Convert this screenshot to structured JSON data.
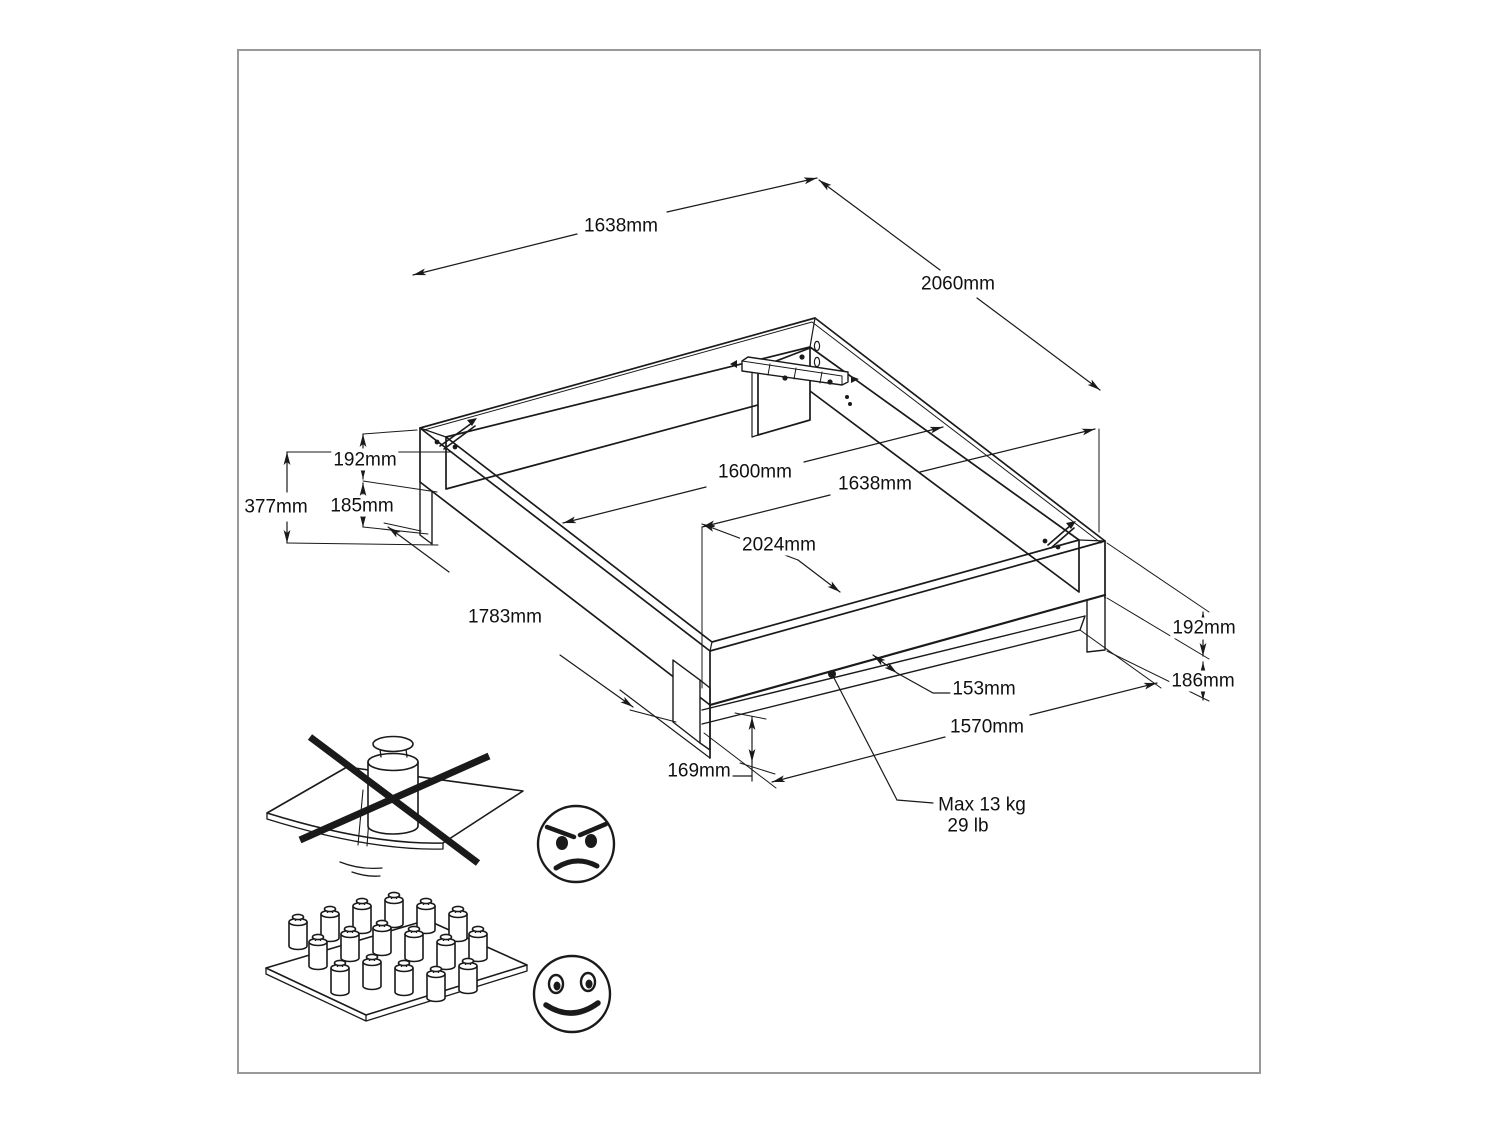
{
  "page": {
    "kind": "furniture-assembly-dimension-diagram",
    "subject": "bed-frame-isometric-drawing"
  },
  "colors": {
    "line": "#1a1a1a",
    "page_border": "#999999",
    "background": "#ffffff"
  },
  "dimensions": {
    "width_top": "1638mm",
    "depth_top": "2060mm",
    "total_side_height": "377mm",
    "rail_height_left": "192mm",
    "lower_panel_left": "185mm",
    "inner_width": "1600mm",
    "frame_width_inner": "1638mm",
    "inner_depth": "2024mm",
    "side_length": "1783mm",
    "rail_height_right": "192mm",
    "lower_panel_right": "186mm",
    "recess_depth": "153mm",
    "plinth_width": "1570mm",
    "floor_clearance": "169mm"
  },
  "load_limit": {
    "line1": "Max 13 kg",
    "line2": "29 lb"
  },
  "icons": {
    "forbidden": "no-concentrated-load-icon",
    "forbidden_face": "angry-face-icon",
    "allowed": "distributed-load-icon",
    "allowed_face": "happy-face-icon"
  }
}
